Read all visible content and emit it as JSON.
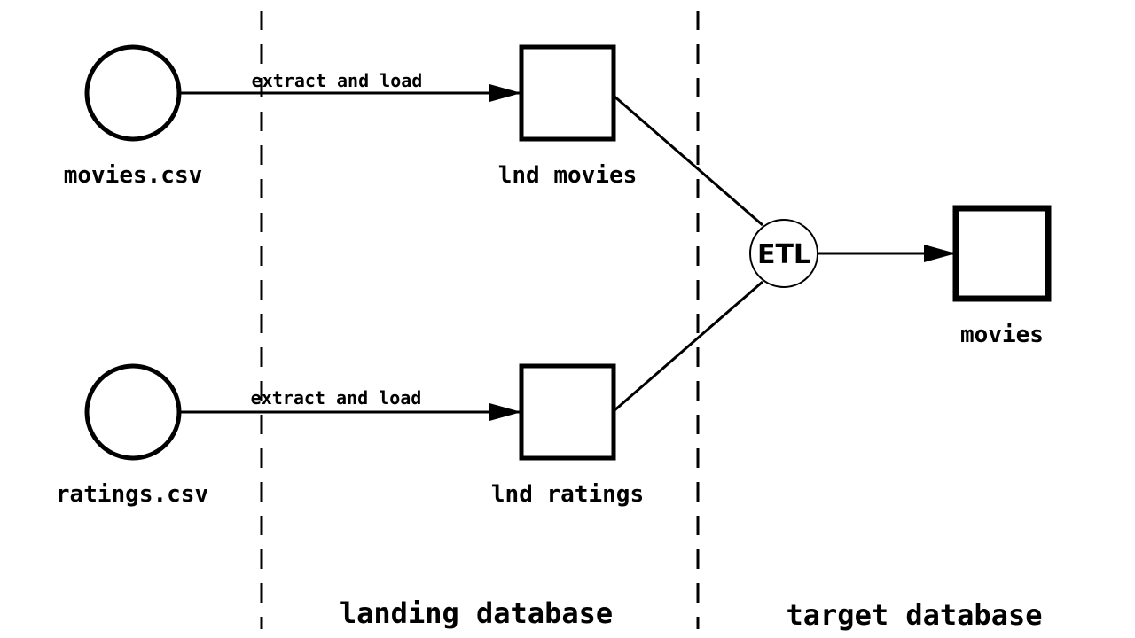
{
  "zones": {
    "landing": "landing database",
    "target": "target database"
  },
  "sources": {
    "movies_csv": "movies.csv",
    "ratings_csv": "ratings.csv"
  },
  "edges": {
    "movies_load": "extract and load",
    "ratings_load": "extract and load"
  },
  "landing_tables": {
    "movies": "lnd movies",
    "ratings": "lnd ratings"
  },
  "process": {
    "etl": "ETL"
  },
  "target_tables": {
    "movies": "movies"
  },
  "colors": {
    "stroke": "#000000",
    "fill": "#ffffff"
  }
}
